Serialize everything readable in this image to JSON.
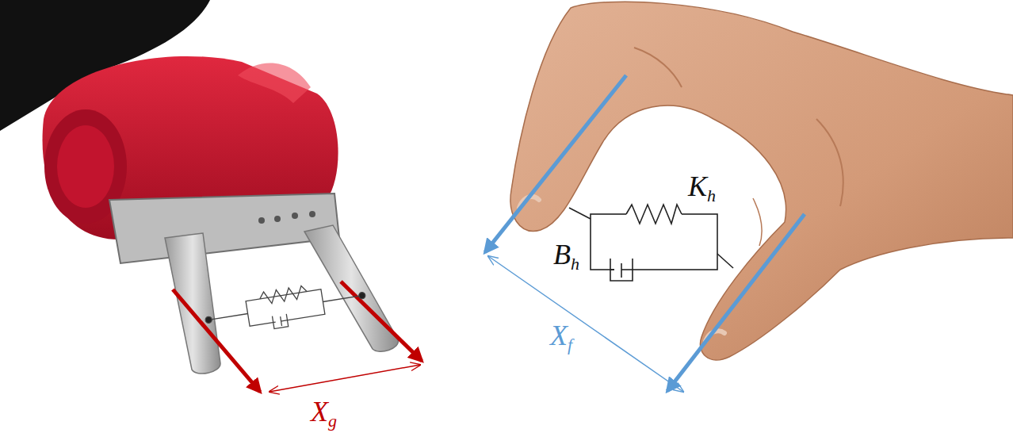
{
  "diagram": {
    "labels": [
      "Xg",
      "Kh",
      "Bh",
      "Xf"
    ]
  }
}
